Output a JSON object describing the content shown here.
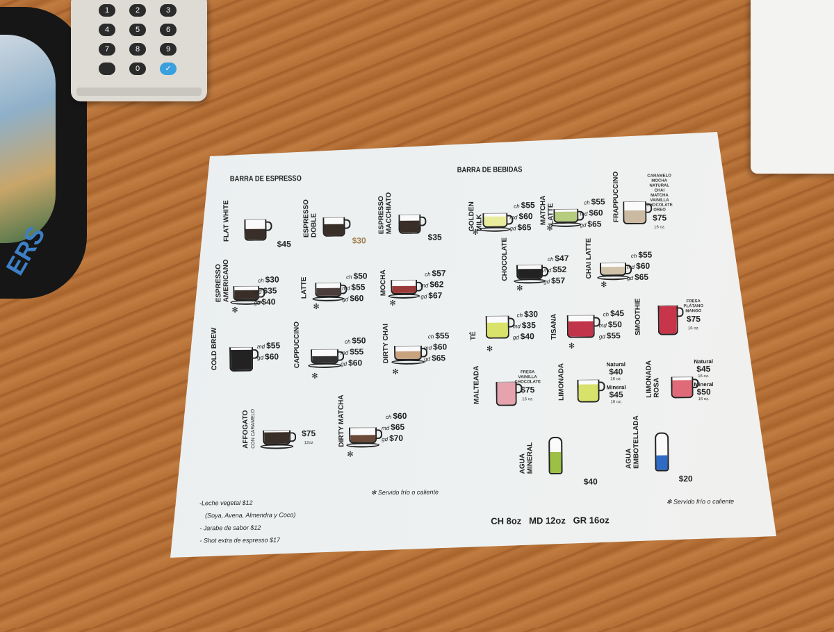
{
  "keypad_keys": [
    "1",
    "2",
    "3",
    "4",
    "5",
    "6",
    "7",
    "8",
    "9",
    "",
    "0",
    "✓"
  ],
  "bowl_text": "ERS",
  "asterisk": "✻",
  "espresso_bar": {
    "title": "BARRA DE ESPRESSO",
    "items": [
      {
        "label": [
          "FLAT WHITE"
        ],
        "price": "$45"
      },
      {
        "label": [
          "ESPRESSO",
          "DOBLE"
        ],
        "price": "$30"
      },
      {
        "label": [
          "ESPRESSO",
          "MACCHIATO"
        ],
        "price": "$35"
      },
      {
        "label": [
          "ESPRESSO",
          "AMERICANO"
        ],
        "prices": [
          {
            "size": "ch",
            "price": "$30"
          },
          {
            "size": "md",
            "price": "$35"
          },
          {
            "size": "gd",
            "price": "$40"
          }
        ],
        "asterisk": true
      },
      {
        "label": [
          "LATTE"
        ],
        "prices": [
          {
            "size": "ch",
            "price": "$50"
          },
          {
            "size": "md",
            "price": "$55"
          },
          {
            "size": "gd",
            "price": "$60"
          }
        ],
        "asterisk": true
      },
      {
        "label": [
          "MOCHA"
        ],
        "prices": [
          {
            "size": "ch",
            "price": "$57"
          },
          {
            "size": "md",
            "price": "$62"
          },
          {
            "size": "gd",
            "price": "$67"
          }
        ],
        "asterisk": true
      },
      {
        "label": [
          "COLD BREW"
        ],
        "prices": [
          {
            "size": "md",
            "price": "$55"
          },
          {
            "size": "gd",
            "price": "$60"
          }
        ]
      },
      {
        "label": [
          "CAPPUCCINO"
        ],
        "prices": [
          {
            "size": "ch",
            "price": "$50"
          },
          {
            "size": "md",
            "price": "$55"
          },
          {
            "size": "gd",
            "price": "$60"
          }
        ],
        "asterisk": true
      },
      {
        "label": [
          "DIRTY CHAI"
        ],
        "prices": [
          {
            "size": "ch",
            "price": "$55"
          },
          {
            "size": "md",
            "price": "$60"
          },
          {
            "size": "gd",
            "price": "$65"
          }
        ],
        "asterisk": true
      },
      {
        "label": [
          "AFFOGATO",
          "CON CARAMELO"
        ],
        "price": "$75",
        "size_note": "12oz"
      },
      {
        "label": [
          "DIRTY MATCHA"
        ],
        "prices": [
          {
            "size": "ch",
            "price": "$60"
          },
          {
            "size": "md",
            "price": "$65"
          },
          {
            "size": "gd",
            "price": "$70"
          }
        ],
        "asterisk": true
      }
    ],
    "served_note": "Servido frío o caliente",
    "extras": [
      "-Leche vegetal   $12",
      "(Soya, Avena, Almendra y Coco)",
      "- Jarabe de sabor $12",
      "- Shot extra de espresso  $17"
    ]
  },
  "drinks_bar": {
    "title": "BARRA DE BEBIDAS",
    "items": [
      {
        "label": [
          "GOLDEN",
          "MILK"
        ],
        "prices": [
          {
            "size": "ch",
            "price": "$55"
          },
          {
            "size": "md",
            "price": "$60"
          },
          {
            "size": "gd",
            "price": "$65"
          }
        ],
        "asterisk": true
      },
      {
        "label": [
          "MATCHA",
          "LATTE"
        ],
        "prices": [
          {
            "size": "ch",
            "price": "$55"
          },
          {
            "size": "md",
            "price": "$60"
          },
          {
            "size": "gd",
            "price": "$65"
          }
        ],
        "asterisk": true
      },
      {
        "label": [
          "FRAPPUCCINO"
        ],
        "flavors": [
          "CARAMELO",
          "MOCHA",
          "NATURAL",
          "CHAI",
          "MATCHA",
          "VAINILLA",
          "CHOCOLATE",
          "OREO"
        ],
        "price": "$75",
        "size_note": "16 oz."
      },
      {
        "label": [
          "CHOCOLATE"
        ],
        "prices": [
          {
            "size": "ch",
            "price": "$47"
          },
          {
            "size": "md",
            "price": "$52"
          },
          {
            "size": "gd",
            "price": "$57"
          }
        ],
        "asterisk": true
      },
      {
        "label": [
          "CHAI LATTE"
        ],
        "prices": [
          {
            "size": "ch",
            "price": "$55"
          },
          {
            "size": "md",
            "price": "$60"
          },
          {
            "size": "gd",
            "price": "$65"
          }
        ],
        "asterisk": true
      },
      {
        "label": [
          "TÉ"
        ],
        "prices": [
          {
            "size": "ch",
            "price": "$30"
          },
          {
            "size": "md",
            "price": "$35"
          },
          {
            "size": "gd",
            "price": "$40"
          }
        ],
        "asterisk": true
      },
      {
        "label": [
          "TISANA"
        ],
        "prices": [
          {
            "size": "ch",
            "price": "$45"
          },
          {
            "size": "md",
            "price": "$50"
          },
          {
            "size": "gd",
            "price": "$55"
          }
        ],
        "asterisk": true
      },
      {
        "label": [
          "SMOOTHIE"
        ],
        "flavors": [
          "FRESA",
          "PLÁTANO",
          "MANGO"
        ],
        "price": "$75",
        "size_note": "16 oz."
      },
      {
        "label": [
          "MALTEADA"
        ],
        "flavors": [
          "FRESA",
          "VAINILLA",
          "CHOCOLATE"
        ],
        "price": "$75",
        "size_note": "16 oz."
      },
      {
        "label": [
          "LIMONADA"
        ],
        "options": [
          {
            "name": "Natural",
            "price": "$40",
            "size_note": "16 oz."
          },
          {
            "name": "Mineral",
            "price": "$45",
            "size_note": "16 oz."
          }
        ]
      },
      {
        "label": [
          "LIMONADA",
          "ROSA"
        ],
        "options": [
          {
            "name": "Natural",
            "price": "$45",
            "size_note": "16 oz."
          },
          {
            "name": "Mineral",
            "price": "$50",
            "size_note": "16 oz."
          }
        ]
      },
      {
        "label": [
          "AGUA",
          "MINERAL"
        ],
        "price": "$40"
      },
      {
        "label": [
          "AGUA",
          "EMBOTELLADA"
        ],
        "price": "$20"
      }
    ],
    "served_note": "Servido frío o caliente",
    "sizes": "CH 8oz   MD 12oz   GR 16oz"
  }
}
